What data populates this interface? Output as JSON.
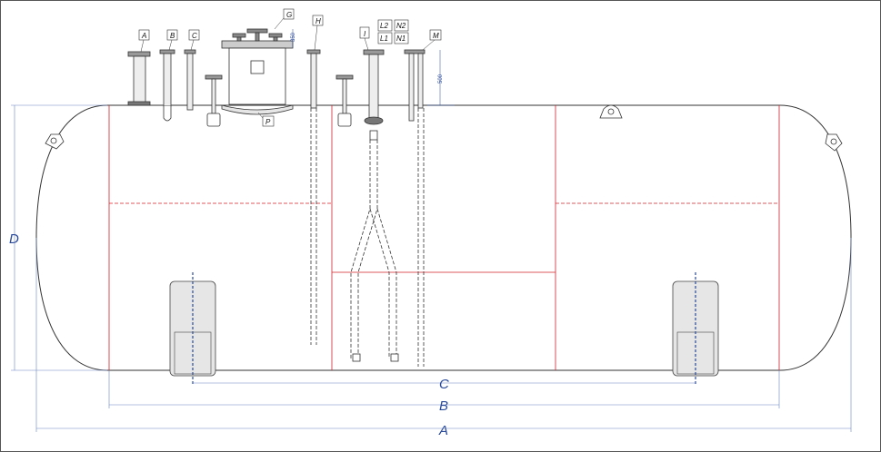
{
  "nozzle_labels": {
    "A": "A",
    "B": "B",
    "C": "C",
    "G": "G",
    "H": "H",
    "I": "I",
    "L2": "L2",
    "L1": "L1",
    "N2": "N2",
    "N1": "N1",
    "M": "M",
    "P": "P"
  },
  "dimension_labels": {
    "A": "A",
    "B": "B",
    "C": "C",
    "D": "D"
  },
  "small_dims": {
    "manhole_height": "350",
    "neck_height": "500"
  },
  "colors": {
    "outline": "#333333",
    "section": "#d2232a",
    "dimension": "#2a4a9a",
    "saddle_fill": "#e6e6e6"
  }
}
